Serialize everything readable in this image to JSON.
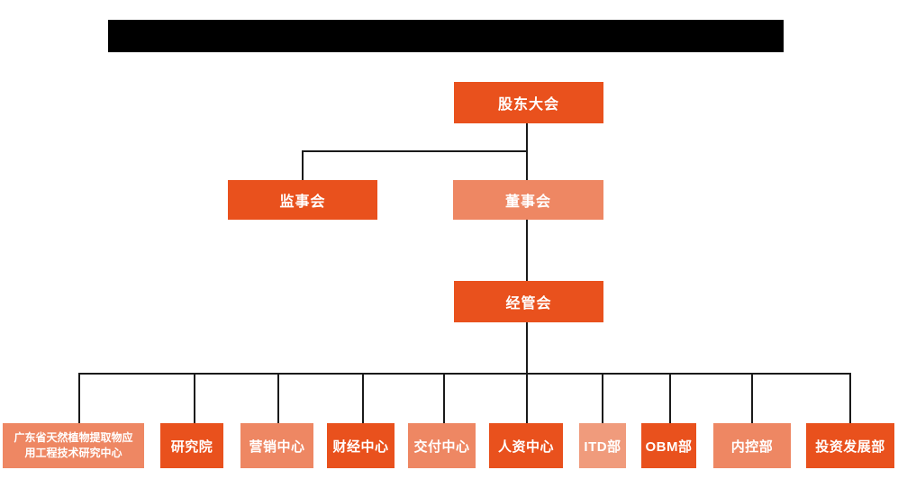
{
  "colors": {
    "primary": "#E9511D",
    "secondary": "#EE8763",
    "tertiary": "#F09B7C",
    "line": "#1A1A1A",
    "text": "#FFFFFF",
    "redacted_bar": "#000000"
  },
  "header": {
    "redacted": true
  },
  "org_chart": {
    "nodes": [
      {
        "id": "shareholders-meeting",
        "label": "股东大会",
        "variant": "primary",
        "level": 1
      },
      {
        "id": "supervisory-board",
        "label": "监事会",
        "variant": "primary",
        "level": 2
      },
      {
        "id": "board-of-directors",
        "label": "董事会",
        "variant": "secondary",
        "level": 2
      },
      {
        "id": "management-committee",
        "label": "经管会",
        "variant": "primary",
        "level": 3
      },
      {
        "id": "gd-natural-plant-extract-research-center",
        "label": "广东省天然植物提取物应用工程技术研究中心",
        "variant": "secondary",
        "level": 4
      },
      {
        "id": "research-institute",
        "label": "研究院",
        "variant": "primary",
        "level": 4
      },
      {
        "id": "marketing-center",
        "label": "营销中心",
        "variant": "secondary",
        "level": 4
      },
      {
        "id": "finance-center",
        "label": "财经中心",
        "variant": "primary",
        "level": 4
      },
      {
        "id": "delivery-center",
        "label": "交付中心",
        "variant": "secondary",
        "level": 4
      },
      {
        "id": "hr-center",
        "label": "人资中心",
        "variant": "primary",
        "level": 4
      },
      {
        "id": "itd-department",
        "label": "ITD部",
        "variant": "tertiary",
        "level": 4
      },
      {
        "id": "obm-department",
        "label": "OBM部",
        "variant": "primary",
        "level": 4
      },
      {
        "id": "internal-control-department",
        "label": "内控部",
        "variant": "secondary",
        "level": 4
      },
      {
        "id": "investment-development-department",
        "label": "投资发展部",
        "variant": "primary",
        "level": 4
      }
    ]
  }
}
